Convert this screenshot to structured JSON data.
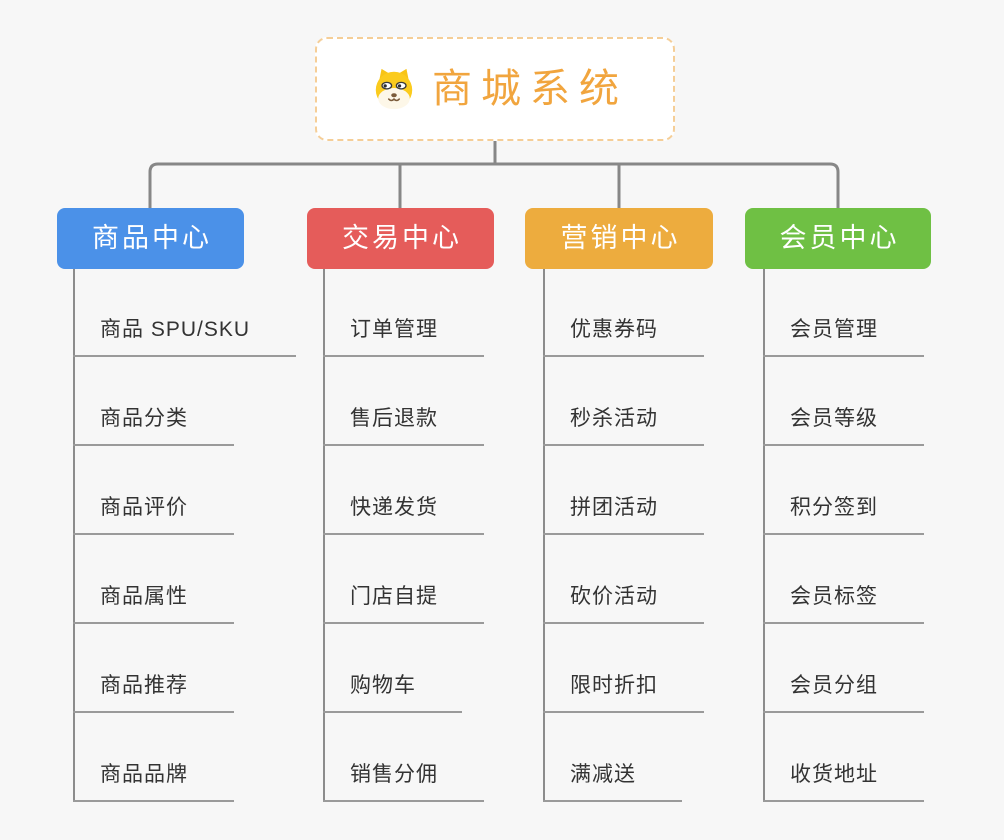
{
  "root": {
    "title": "商城系统",
    "icon": "shiba-dog"
  },
  "branches": [
    {
      "label": "商品中心",
      "color": "#4B91E8",
      "children": [
        "商品 SPU/SKU",
        "商品分类",
        "商品评价",
        "商品属性",
        "商品推荐",
        "商品品牌"
      ]
    },
    {
      "label": "交易中心",
      "color": "#E55C5A",
      "children": [
        "订单管理",
        "售后退款",
        "快递发货",
        "门店自提",
        "购物车",
        "销售分佣"
      ]
    },
    {
      "label": "营销中心",
      "color": "#EDAC3E",
      "children": [
        "优惠券码",
        "秒杀活动",
        "拼团活动",
        "砍价活动",
        "限时折扣",
        "满减送"
      ]
    },
    {
      "label": "会员中心",
      "color": "#6FC044",
      "children": [
        "会员管理",
        "会员等级",
        "积分签到",
        "会员标签",
        "会员分组",
        "收货地址"
      ]
    }
  ],
  "style_colors": {
    "background": "#F7F7F7",
    "connector_line": "#878787",
    "leaf_underline": "#9A9A9A",
    "leaf_text": "#333333",
    "root_border": "#F5CE97",
    "root_title": "#F1A53E",
    "node_text": "#FFFFFF"
  }
}
